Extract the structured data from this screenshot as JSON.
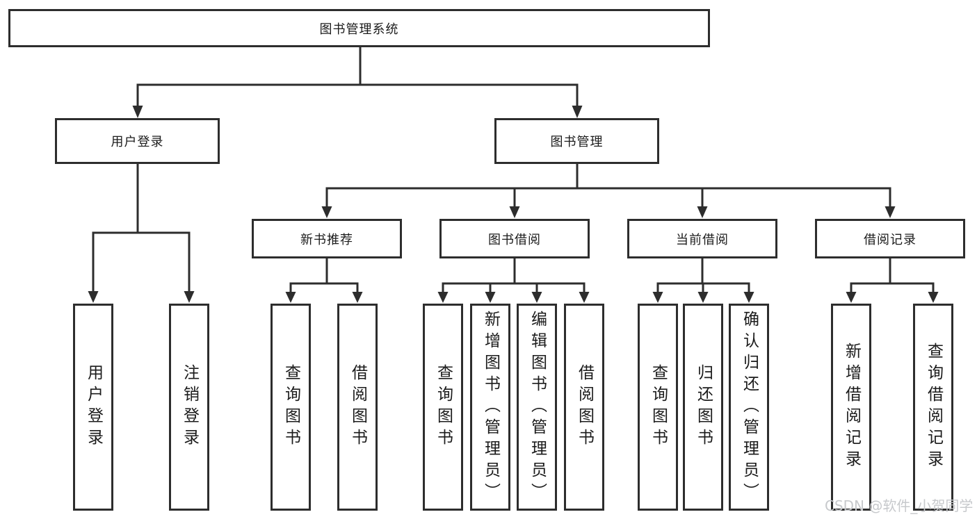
{
  "diagram": {
    "tree": {
      "label": "图书管理系统",
      "children": [
        {
          "label": "用户登录",
          "children": [
            {
              "label": "用户登录"
            },
            {
              "label": "注销登录"
            }
          ]
        },
        {
          "label": "图书管理",
          "children": [
            {
              "label": "新书推荐",
              "children": [
                {
                  "label": "查询图书"
                },
                {
                  "label": "借阅图书"
                }
              ]
            },
            {
              "label": "图书借阅",
              "children": [
                {
                  "label": "查询图书"
                },
                {
                  "label": "新增图书（管理员）"
                },
                {
                  "label": "编辑图书（管理员）"
                },
                {
                  "label": "借阅图书"
                }
              ]
            },
            {
              "label": "当前借阅",
              "children": [
                {
                  "label": "查询图书"
                },
                {
                  "label": "归还图书"
                },
                {
                  "label": "确认归还（管理员）"
                }
              ]
            },
            {
              "label": "借阅记录",
              "children": [
                {
                  "label": "新增借阅记录"
                },
                {
                  "label": "查询借阅记录"
                }
              ]
            }
          ]
        }
      ]
    },
    "watermark": "CSDN @软件_小贺同学",
    "colors": {
      "line": "#2d2d2d",
      "text": "#1b1b1b",
      "watermark": "#c7c9cc",
      "background": "#ffffff"
    }
  }
}
